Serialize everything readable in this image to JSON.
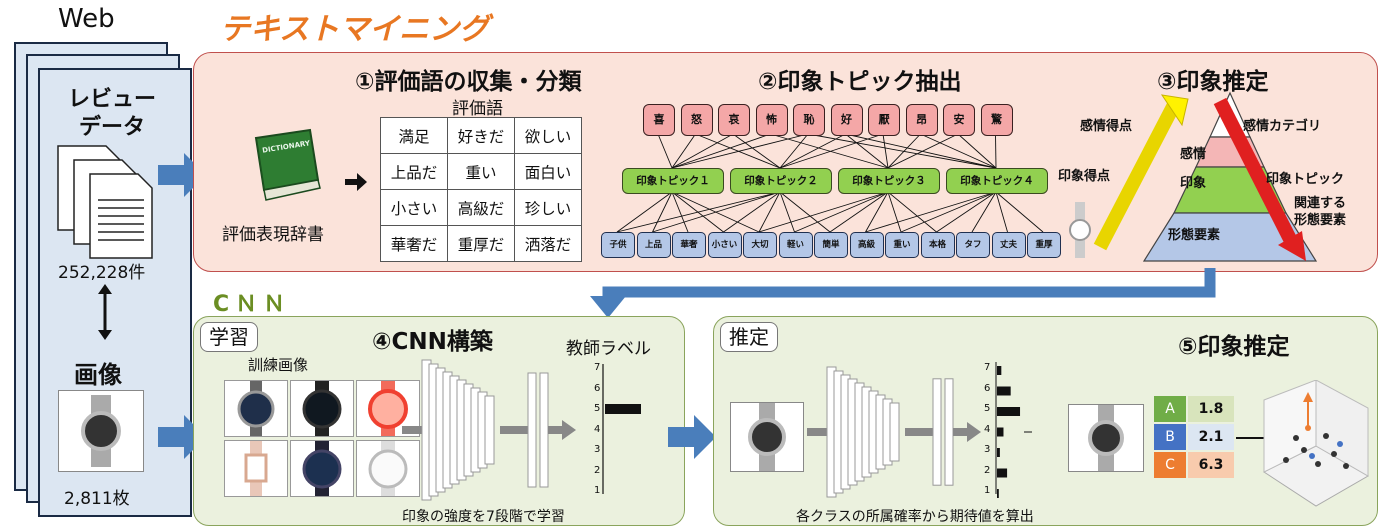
{
  "web": {
    "label": "Web",
    "review_label": "レビュー\nデータ",
    "review_count": "252,228件",
    "image_label": "画像",
    "image_count": "2,811枚"
  },
  "text_mining": {
    "title": "テキストマイニング",
    "step1": "①評価語の収集・分類",
    "step2": "②印象トピック抽出",
    "step3": "③印象推定",
    "dictionary_label": "評価表現辞書",
    "dictionary_book": "DICTIONARY",
    "table_header": "評価語",
    "table_rows": [
      [
        "満足",
        "好きだ",
        "欲しい"
      ],
      [
        "上品だ",
        "重い",
        "面白い"
      ],
      [
        "小さい",
        "高級だ",
        "珍しい"
      ],
      [
        "華奢だ",
        "重厚だ",
        "洒落だ"
      ]
    ],
    "emotions": [
      "喜",
      "怒",
      "哀",
      "怖",
      "恥",
      "好",
      "厭",
      "昂",
      "安",
      "驚"
    ],
    "topics": [
      "印象トピック１",
      "印象トピック２",
      "印象トピック３",
      "印象トピック４"
    ],
    "form_words": [
      "子供",
      "上品",
      "華奢",
      "小さい",
      "大切",
      "軽い",
      "簡単",
      "高級",
      "重い",
      "本格",
      "タフ",
      "丈夫",
      "重厚"
    ],
    "emotion_score": "感情得点",
    "impression_score": "印象得点",
    "pyramid": [
      "感情",
      "印象",
      "形態要素"
    ],
    "right_labels": [
      "感情カテゴリ",
      "印象トピック",
      "関連する\n形態要素"
    ]
  },
  "cnn": {
    "title": "CＮＮ",
    "learn": {
      "tag": "学習",
      "title": "④CNN構築",
      "train_images": "訓練画像",
      "teacher": "教師ラベル",
      "footer": "印象の強度を7段階で学習",
      "scale": [
        "7",
        "6",
        "5",
        "4",
        "3",
        "2",
        "1"
      ]
    },
    "infer": {
      "tag": "推定",
      "title": "⑤印象推定",
      "footer": "各クラスの所属確率から期待値を算出",
      "scale": [
        "7",
        "6",
        "5",
        "4",
        "3",
        "2",
        "1"
      ],
      "classes": [
        {
          "label": "A",
          "value": "1.8",
          "color": "#70ad47",
          "bg": "#d8e4bc"
        },
        {
          "label": "B",
          "value": "2.1",
          "color": "#4472c4",
          "bg": "#dce6f2"
        },
        {
          "label": "C",
          "value": "6.3",
          "color": "#ed7d31",
          "bg": "#f8cbad"
        }
      ]
    }
  },
  "colors": {
    "accent_orange": "#e87722",
    "arrow_blue": "#4a7ebb",
    "cnn_green": "#6b8e23"
  }
}
